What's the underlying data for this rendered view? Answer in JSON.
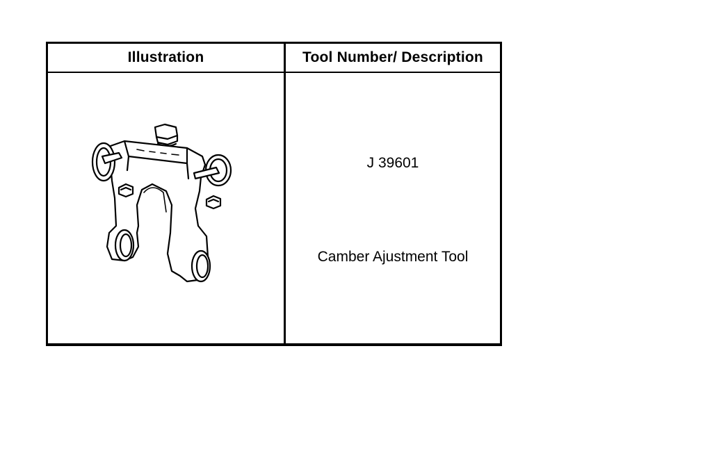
{
  "table": {
    "headers": {
      "illustration": "Illustration",
      "tool": "Tool Number/ Description"
    },
    "rows": [
      {
        "illustration_icon": "camber-adjustment-tool-icon",
        "tool_number": "J 39601",
        "description": "Camber Ajustment Tool"
      }
    ]
  }
}
